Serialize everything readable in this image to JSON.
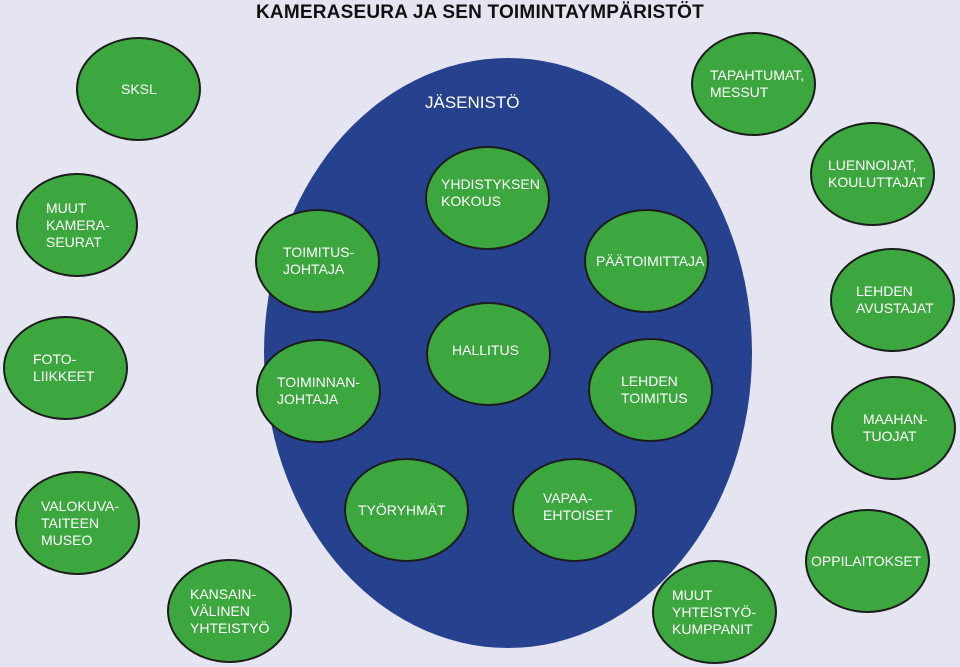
{
  "title": "KAMERASEURA JA SEN TOIMINTAYMPÄRISTÖT",
  "colors": {
    "background": "#e4e5f0",
    "inner_circle": "#26428f",
    "node_fill": "#3da73f",
    "node_border": "#1c1c1c"
  },
  "inner_circle": {
    "label": "JÄSENISTÖ"
  },
  "inner_nodes": {
    "yhdistyksen_kokous": "YHDISTYKSEN\nKOKOUS",
    "toimitusjohtaja": "TOIMITUS-\nJOHTAJA",
    "paatoimittaja": "PÄÄTOIMITTAJA",
    "hallitus": "HALLITUS",
    "toiminnanjohtaja": "TOIMINNAN-\nJOHTAJA",
    "lehden_toimitus": "LEHDEN\nTOIMITUS",
    "tyoryhmat": "TYÖRYHMÄT",
    "vapaaehtoiset": "VAPAA-\nEHTOISET"
  },
  "outer_nodes": {
    "sksl": "SKSL",
    "tapahtumat_messut": "TAPAHTUMAT,\nMESSUT",
    "muut_kameraseurat": "MUUT\nKAMERA-\nSEURAT",
    "luennoijat_kouluttajat": "LUENNOIJAT,\nKOULUTTAJAT",
    "lehden_avustajat": "LEHDEN\nAVUSTAJAT",
    "fotoliikkeet": "FOTO-\nLIIKKEET",
    "maahantuojat": "MAAHAN-\nTUOJAT",
    "valokuvataiteen_museo": "VALOKUVA-\nTAITEEN\nMUSEO",
    "oppilaitokset": "OPPILAITOKSET",
    "kansainvalinen_yhteistyo": "KANSAIN-\nVÄLINEN\nYHTEISTYÖ",
    "muut_yhteistyokumppanit": "MUUT\nYHTEISTYÖ-\nKUMPPANIT"
  }
}
